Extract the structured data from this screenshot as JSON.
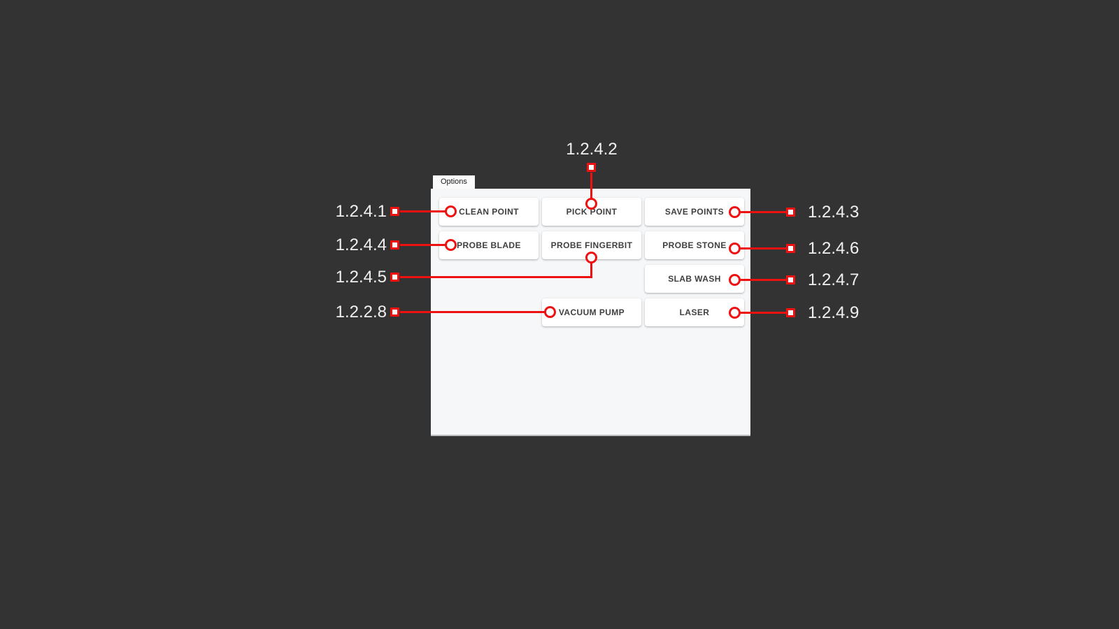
{
  "page": {
    "background": "#333333"
  },
  "panel": {
    "tab_label": "Options",
    "background": "#f6f7f8"
  },
  "buttons": [
    {
      "id": "clean-point",
      "label": "CLEAN POINT"
    },
    {
      "id": "pick-point",
      "label": "PICK POINT"
    },
    {
      "id": "save-points",
      "label": "SAVE POINTS"
    },
    {
      "id": "probe-blade",
      "label": "PROBE BLADE"
    },
    {
      "id": "probe-fingerbit",
      "label": "PROBE FINGERBIT"
    },
    {
      "id": "probe-stone",
      "label": "PROBE STONE"
    },
    {
      "id": "slab-wash",
      "label": "SLAB WASH"
    },
    {
      "id": "vacuum-pump",
      "label": "VACUUM PUMP"
    },
    {
      "id": "laser",
      "label": "LASER"
    }
  ],
  "annotations": [
    {
      "ref": "1.2.4.1",
      "target": "CLEAN POINT",
      "side": "left"
    },
    {
      "ref": "1.2.4.2",
      "target": "PICK POINT",
      "side": "top"
    },
    {
      "ref": "1.2.4.3",
      "target": "SAVE POINTS",
      "side": "right"
    },
    {
      "ref": "1.2.4.4",
      "target": "PROBE BLADE",
      "side": "left"
    },
    {
      "ref": "1.2.4.5",
      "target": "PROBE FINGERBIT",
      "side": "left"
    },
    {
      "ref": "1.2.4.6",
      "target": "PROBE STONE",
      "side": "right"
    },
    {
      "ref": "1.2.4.7",
      "target": "SLAB WASH",
      "side": "right"
    },
    {
      "ref": "1.2.2.8",
      "target": "VACUUM PUMP",
      "side": "left"
    },
    {
      "ref": "1.2.4.9",
      "target": "LASER",
      "side": "right"
    }
  ],
  "colors": {
    "annotation_red": "#ee1111",
    "marker_fill": "#ffffff",
    "label_text": "#f0f0f0",
    "button_text": "#3f3f3f"
  }
}
